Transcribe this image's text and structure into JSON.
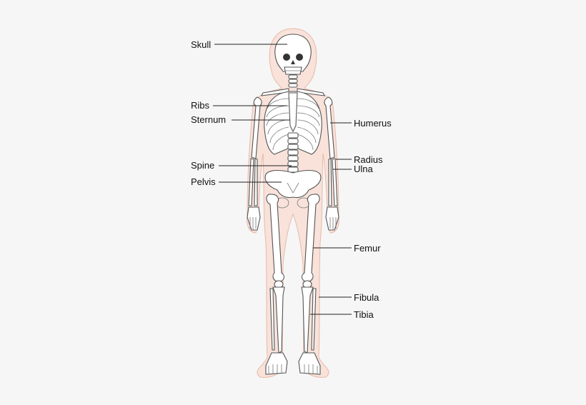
{
  "diagram": {
    "labels_left": [
      {
        "id": "skull",
        "text": "Skull"
      },
      {
        "id": "ribs",
        "text": "Ribs"
      },
      {
        "id": "sternum",
        "text": "Sternum"
      },
      {
        "id": "spine",
        "text": "Spine"
      },
      {
        "id": "pelvis",
        "text": "Pelvis"
      }
    ],
    "labels_right": [
      {
        "id": "humerus",
        "text": "Humerus"
      },
      {
        "id": "radius",
        "text": "Radius"
      },
      {
        "id": "ulna",
        "text": "Ulna"
      },
      {
        "id": "femur",
        "text": "Femur"
      },
      {
        "id": "fibula",
        "text": "Fibula"
      },
      {
        "id": "tibia",
        "text": "Tibia"
      }
    ]
  },
  "colors": {
    "background": "#f6f6f6",
    "body_fill": "#f8e2da",
    "body_outline": "#e8b9a8",
    "bone_fill": "#ffffff",
    "bone_outline": "#555555",
    "leader_line": "#222222",
    "label_text": "#111111"
  }
}
